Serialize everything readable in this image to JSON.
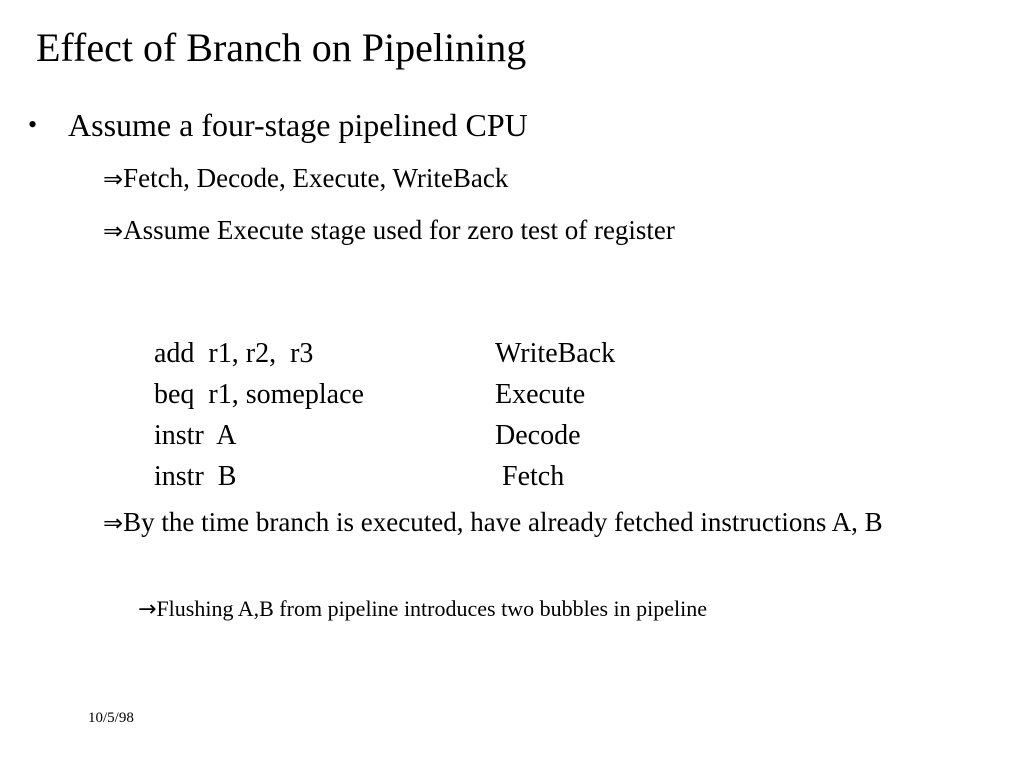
{
  "slide": {
    "title": "Effect of Branch on Pipelining",
    "background_color": "#ffffff",
    "text_color": "#000000",
    "bullet_level1_glyph": "•",
    "bullet_level2_glyph": "⇒",
    "bullet_level3_glyph": "→",
    "level1": {
      "text": "Assume a four-stage pipelined CPU"
    },
    "level2": [
      {
        "text": "Fetch, Decode, Execute, WriteBack"
      },
      {
        "text": "Assume Execute stage used for zero test of register"
      }
    ],
    "listing": {
      "rows": [
        {
          "op": "add  r1, r2,  r3",
          "stage": "WriteBack"
        },
        {
          "op": "beq  r1, someplace",
          "stage": "Execute"
        },
        {
          "op": "instr  A",
          "stage": "Decode"
        },
        {
          "op": "instr  B",
          "stage": " Fetch"
        }
      ]
    },
    "level2_paragraph": {
      "text": "By the time branch is executed, have already fetched instructions A, B"
    },
    "level3": {
      "text": "Flushing A,B from pipeline introduces two bubbles in pipeline"
    },
    "footer": {
      "date": "10/5/98"
    }
  }
}
